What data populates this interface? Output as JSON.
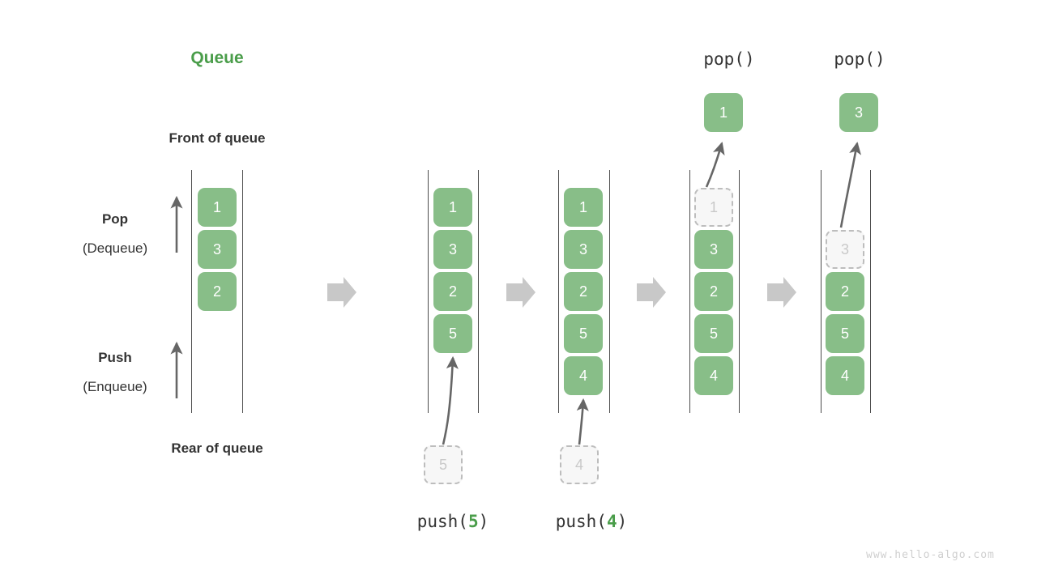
{
  "title": "Queue",
  "labels": {
    "front_of_queue": "Front of queue",
    "rear_of_queue": "Rear of queue",
    "pop_bold": "Pop",
    "pop_paren": "(Dequeue)",
    "push_bold": "Push",
    "push_paren": "(Enqueue)"
  },
  "colors": {
    "accent_green": "#4a9d4a",
    "cell_green": "#88be88",
    "cell_text": "#ffffff",
    "ghost_fill": "#f7f7f7",
    "ghost_border": "#bdbdbd",
    "ghost_text": "#c9c9c9",
    "rail": "#4d4d4d",
    "arrow_gray": "#666666",
    "transition_arrow": "#c8c8c8",
    "text_dark": "#333333",
    "watermark": "#cfcfcf"
  },
  "stages": [
    {
      "id": "initial",
      "caption": "",
      "top_label": "",
      "cells": [
        "1",
        "3",
        "2"
      ],
      "ghost_index": -1,
      "moving_value": ""
    },
    {
      "id": "push-5",
      "caption_prefix": "push(",
      "caption_value": "5",
      "caption_suffix": ")",
      "top_label": "",
      "cells": [
        "1",
        "3",
        "2",
        "5"
      ],
      "incoming_value": "5"
    },
    {
      "id": "push-4",
      "caption_prefix": "push(",
      "caption_value": "4",
      "caption_suffix": ")",
      "top_label": "",
      "cells": [
        "1",
        "3",
        "2",
        "5",
        "4"
      ],
      "incoming_value": "4"
    },
    {
      "id": "pop-1",
      "caption": "",
      "top_label": "pop()",
      "popped_value": "1",
      "cells": [
        "1",
        "3",
        "2",
        "5",
        "4"
      ],
      "ghost_index": 0
    },
    {
      "id": "pop-3",
      "caption": "",
      "top_label": "pop()",
      "popped_value": "3",
      "cells": [
        "3",
        "2",
        "5",
        "4"
      ],
      "ghost_index": 0
    }
  ],
  "transition_arrow_icon": "right-arrow-icon",
  "watermark": "www.hello-algo.com"
}
